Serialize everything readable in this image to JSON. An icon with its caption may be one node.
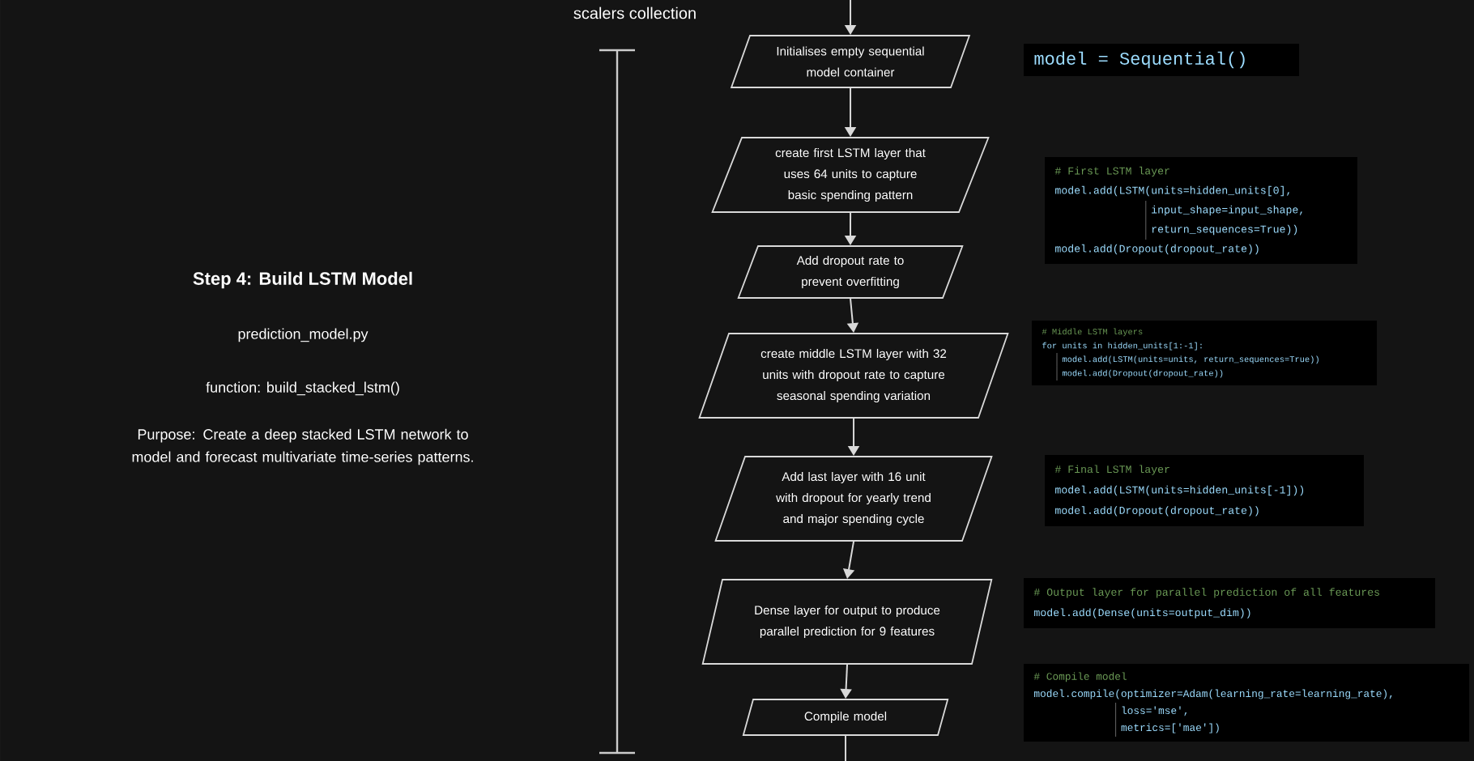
{
  "diagram": {
    "nodes": [
      {
        "text": [
          "Initialises empty sequential model container"
        ]
      },
      {
        "text": [
          "create first LSTM layer that uses 64 units to capture basic spending pattern"
        ]
      },
      {
        "text": [
          "Add dropout rate to prevent overfitting"
        ]
      },
      {
        "text": [
          "create middle LSTM layer with 32 units with dropout rate to capture seasonal spending variation"
        ]
      },
      {
        "text": [
          "Add last layer with 16 unit with dropout for yearly trend and major spending cycle"
        ]
      },
      {
        "text": [
          "Dense layer for output to produce parallel prediction for 9 features"
        ]
      },
      {
        "text": [
          "Compile model"
        ]
      }
    ],
    "edges": [
      {
        "from": null,
        "to": 0,
        "arrow": "to"
      },
      {
        "from": 0,
        "to": 1,
        "arrow": "to"
      },
      {
        "from": 1,
        "to": 2,
        "arrow": "to"
      },
      {
        "from": 2,
        "to": 3,
        "arrow": "to"
      },
      {
        "from": 3,
        "to": 4,
        "arrow": "to"
      },
      {
        "from": 4,
        "to": 5,
        "arrow": "to"
      },
      {
        "from": 5,
        "to": 6,
        "arrow": "to"
      },
      {
        "from": 6,
        "to": null,
        "arrow": "none"
      }
    ],
    "labels": [
      "scalers collection",
      "Step 4: Build LSTM Model",
      "prediction_model.py",
      "function: build_stacked_lstm()",
      "Purpose: Create a deep stacked LSTM network to model and forecast multivariate time-series patterns.",
      "model = Sequential()",
      "# First LSTM layer",
      "model.add(LSTM(units=hidden_units[0],",
      "input_shape=input_shape,",
      "return_sequences=True))",
      "model.add(Dropout(dropout_rate))",
      "# Middle LSTM layers",
      "for units in hidden_units[1:-1]:",
      "model.add(LSTM(units=units, return_sequences=True))",
      "model.add(Dropout(dropout_rate))",
      "# Final LSTM layer",
      "model.add(LSTM(units=hidden_units[-1]))",
      "model.add(Dropout(dropout_rate))",
      "# Output layer for parallel prediction of all features",
      "model.add(Dense(units=output_dim))",
      "# Compile model",
      "model.compile(optimizer=Adam(learning_rate=learning_rate),",
      "loss='mse',",
      "metrics=['mae'])"
    ]
  }
}
